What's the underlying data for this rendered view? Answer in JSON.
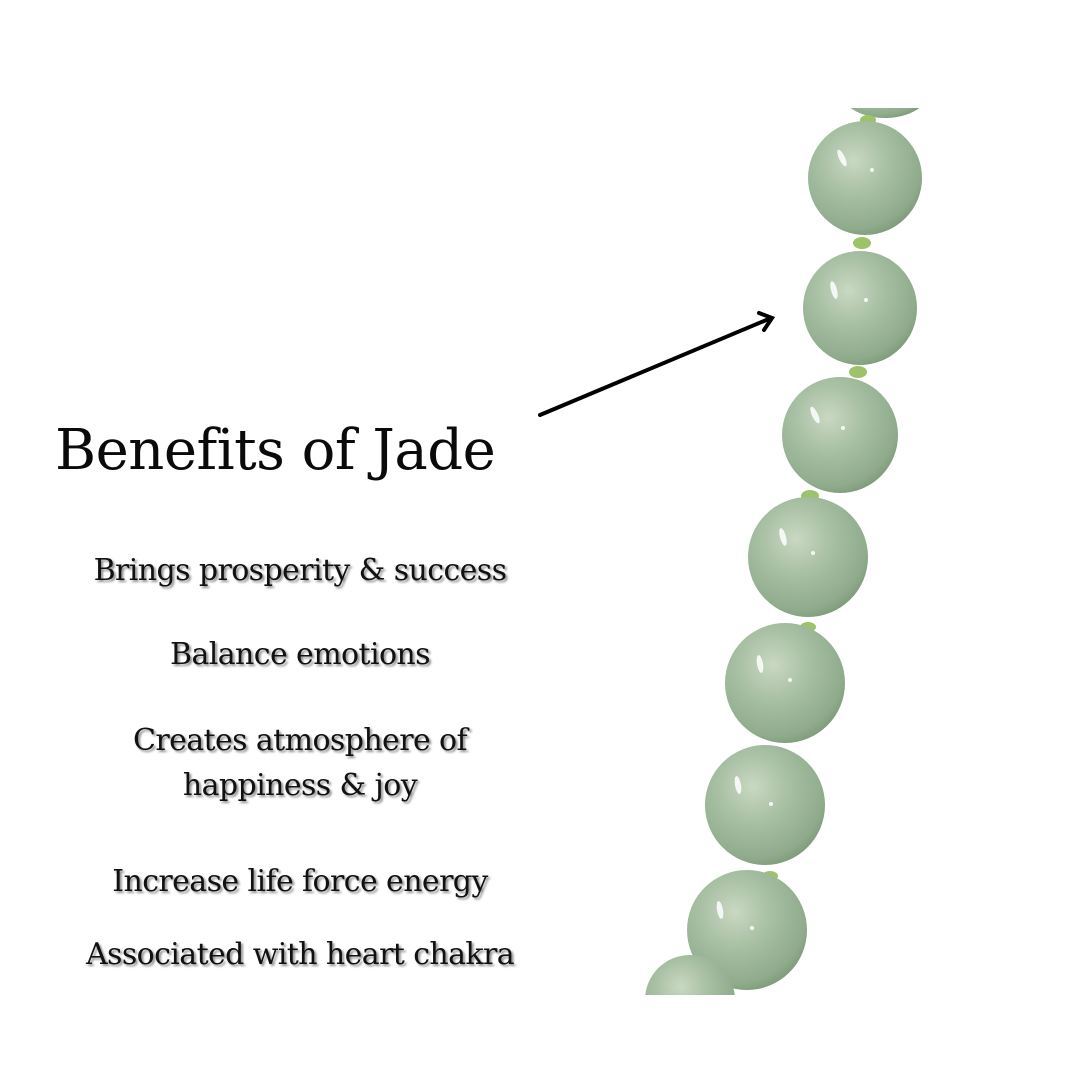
{
  "title": "Benefits of Jade",
  "benefits": [
    {
      "text": "Brings prosperity & success"
    },
    {
      "text": "Balance emotions"
    },
    {
      "text": "Creates atmosphere of happiness & joy",
      "line1": "Creates atmosphere of",
      "line2": "happiness & joy"
    },
    {
      "text": "Increase life force energy"
    },
    {
      "text": "Associated with heart chakra"
    }
  ],
  "image": {
    "subject": "jade-bead-strand",
    "bead_color": "#9db79a",
    "knot_color": "#9cc36a"
  },
  "arrow": {
    "color": "#000000",
    "direction": "up-right"
  }
}
